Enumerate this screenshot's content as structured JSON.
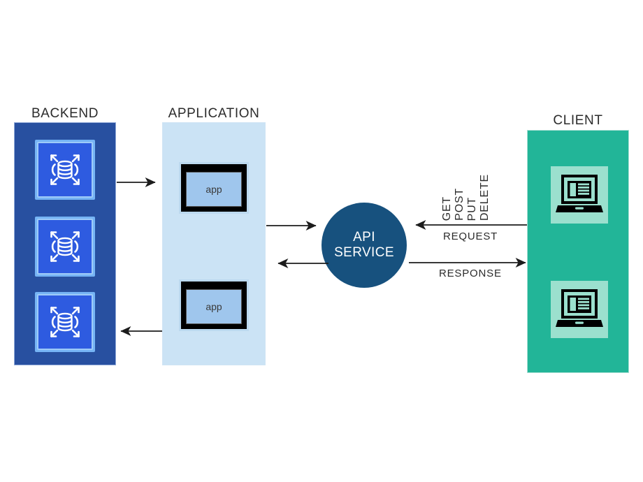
{
  "diagram": {
    "title": "API service architecture diagram",
    "background": "#ffffff"
  },
  "columns": {
    "backend": {
      "label": "BACKEND",
      "color": "#2850A0",
      "border_color": "#8fa8d8",
      "node_count": 3,
      "node_icon": "database-scale-icon",
      "nodes": [
        {
          "icon": "database-scale-icon"
        },
        {
          "icon": "database-scale-icon"
        },
        {
          "icon": "database-scale-icon"
        }
      ]
    },
    "application": {
      "label": "APPLICATION",
      "color": "#CBE3F5",
      "border_color": "#cfe4f4",
      "node_count": 2,
      "nodes": [
        {
          "icon": "app-window-icon",
          "label": "app"
        },
        {
          "icon": "app-window-icon",
          "label": "app"
        }
      ]
    },
    "client": {
      "label": "CLIENT",
      "color": "#22B598",
      "border_color": "#a9dfd3",
      "node_count": 2,
      "nodes": [
        {
          "icon": "laptop-icon"
        },
        {
          "icon": "laptop-icon"
        }
      ]
    }
  },
  "api_service": {
    "line1": "API",
    "line2": "SERVICE",
    "color": "#17517E",
    "text_color": "#ffffff"
  },
  "http_methods": [
    "GET",
    "POST",
    "PUT",
    "DELETE"
  ],
  "flows": {
    "request_label": "REQUEST",
    "response_label": "RESPONSE",
    "backend_to_app": "arrow-right",
    "app_to_backend": "arrow-left",
    "app_to_api": "arrow-right",
    "api_to_app": "arrow-left",
    "client_to_api": "arrow-left",
    "api_to_client": "arrow-right"
  }
}
